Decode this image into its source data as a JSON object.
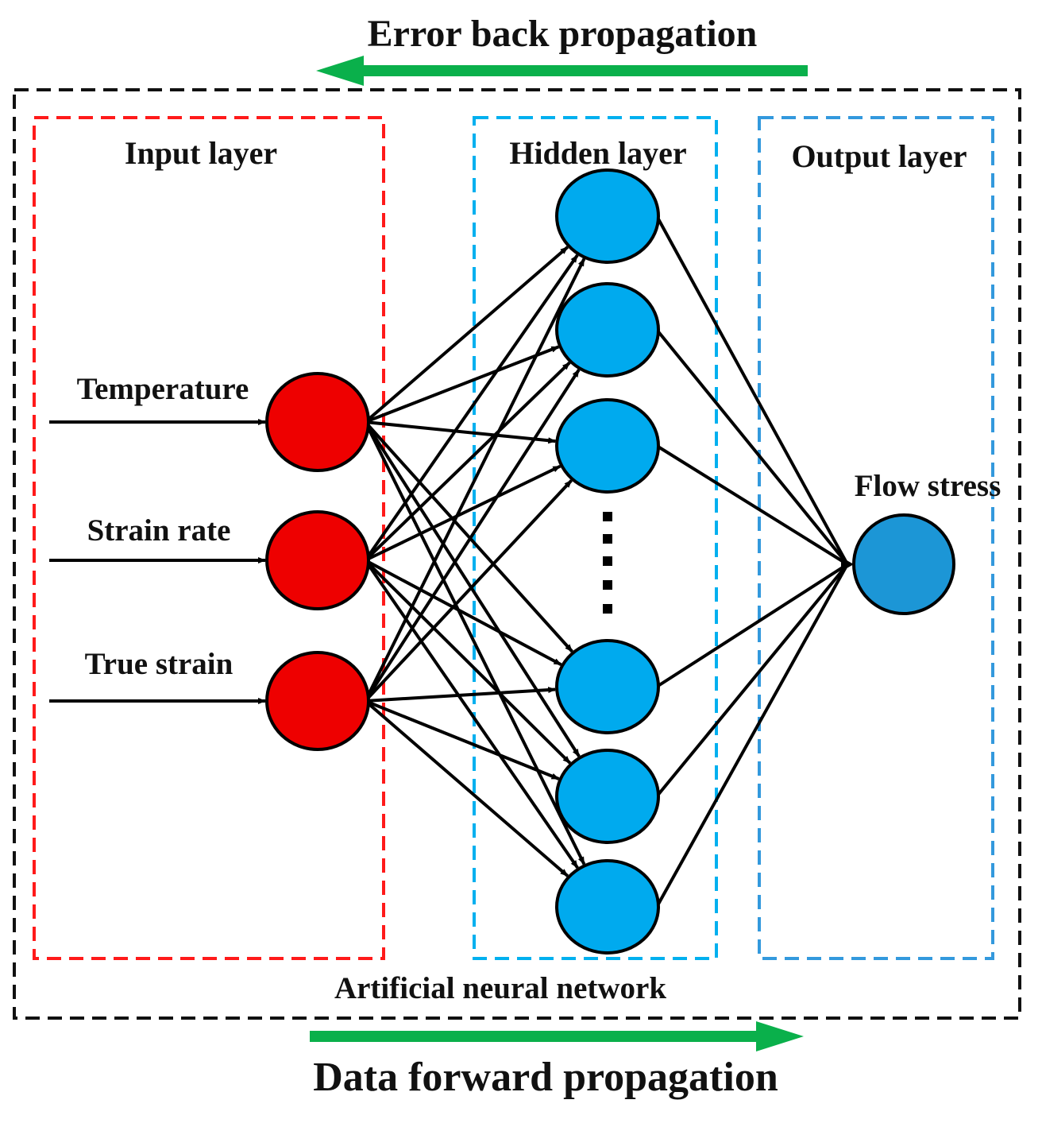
{
  "top_caption": "Error back propagation",
  "bottom_caption": "Data forward propagation",
  "network_label": "Artificial neural network",
  "layers": {
    "input": {
      "label": "Input layer"
    },
    "hidden": {
      "label": "Hidden layer"
    },
    "output": {
      "label": "Output layer"
    }
  },
  "inputs": [
    {
      "label": "Temperature"
    },
    {
      "label": "Strain rate"
    },
    {
      "label": "True strain"
    }
  ],
  "output": {
    "label": "Flow stress"
  },
  "hidden_node_count": 6,
  "colors": {
    "input_box": "#ff1a1a",
    "hidden_box": "#00b0ef",
    "output_box": "#3399dd",
    "network_box": "#111111",
    "input_node": "#ee0000",
    "hidden_node": "#00aaee",
    "output_node": "#1c96d6",
    "arrow_green": "#0ab04b"
  }
}
